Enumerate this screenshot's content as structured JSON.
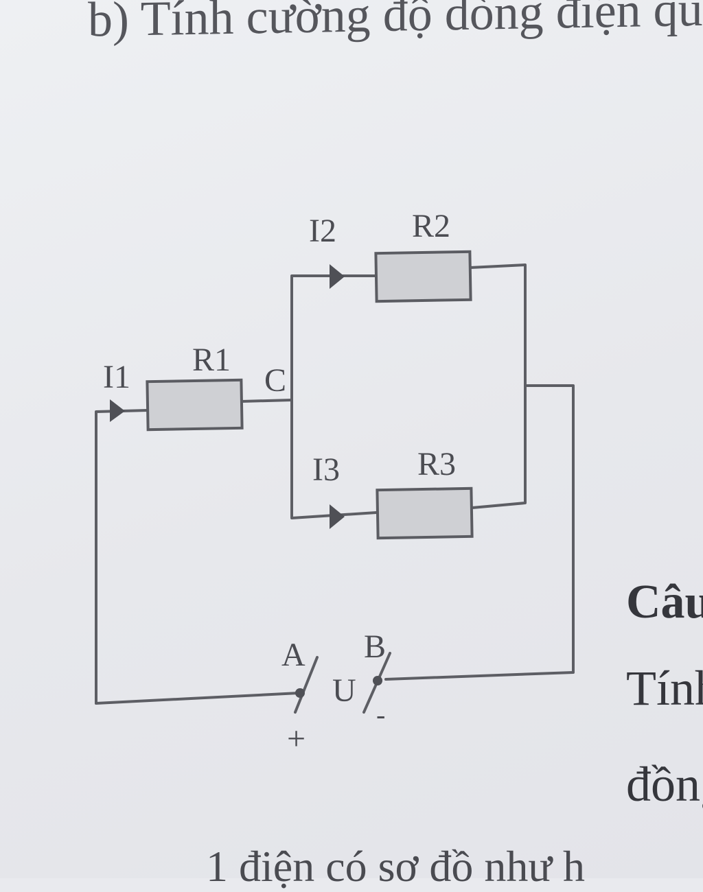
{
  "page": {
    "header_text": "b) Tính cường độ dòng điện qua các đ",
    "side_texts": [
      "Câu",
      "Tính",
      "đồng"
    ],
    "bottom_text": "1 điện có sơ đồ như h"
  },
  "circuit": {
    "labels": {
      "I1": "I1",
      "I2": "I2",
      "I3": "I3",
      "R1": "R1",
      "R2": "R2",
      "R3": "R3",
      "C": "C",
      "A": "A",
      "B": "B",
      "U": "U",
      "plus": "+",
      "minus": "-"
    }
  },
  "colors": {
    "wire": "#5d5e64",
    "resistor_fill": "#cfd0d4",
    "paper": "#e9eaee"
  }
}
